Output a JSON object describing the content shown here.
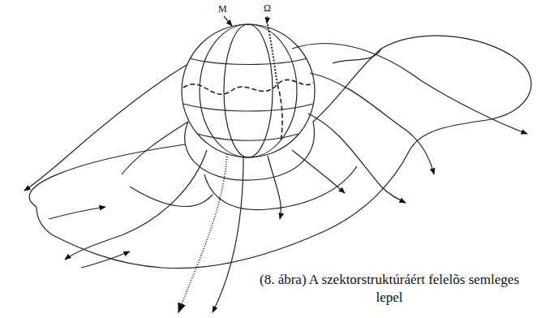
{
  "diagram": {
    "caption": "(8. ábra) A szektorstruktúráért felelõs semleges lepel",
    "labels": [
      "M",
      "Ω"
    ]
  }
}
